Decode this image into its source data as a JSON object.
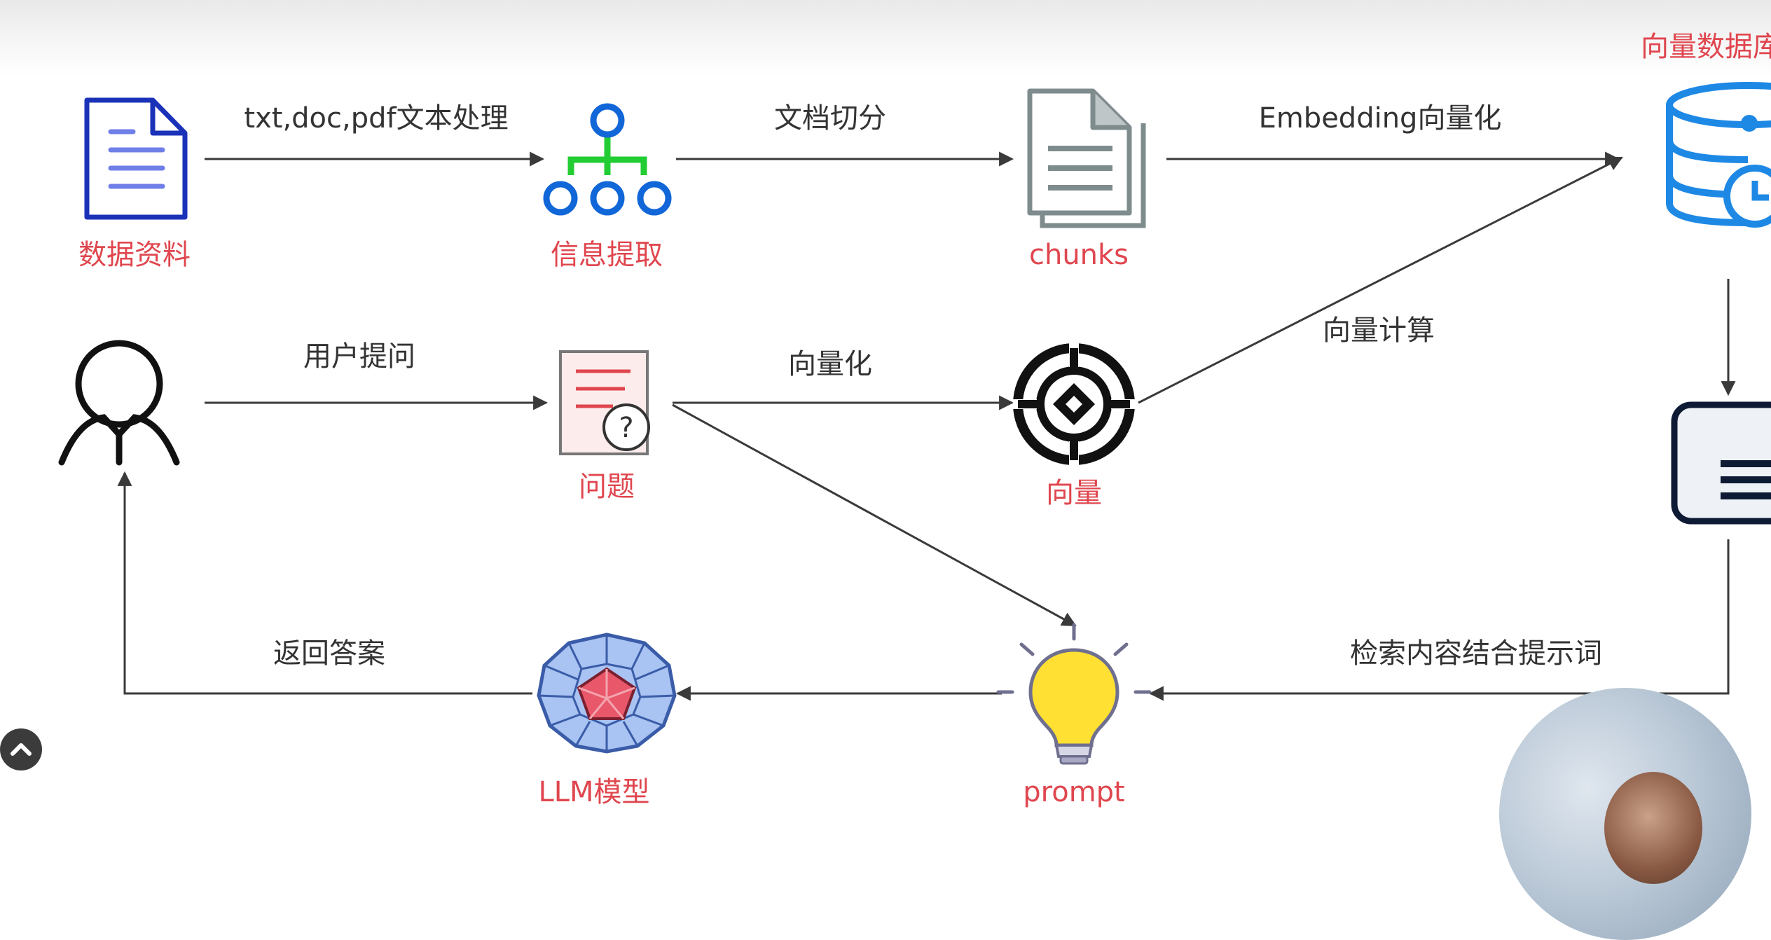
{
  "nodes": {
    "data_source": {
      "label": "数据资料",
      "icon": "document-icon"
    },
    "info_extract": {
      "label": "信息提取",
      "icon": "hierarchy-icon"
    },
    "chunks": {
      "label": "chunks",
      "icon": "files-icon"
    },
    "vector_db": {
      "label": "向量数据库",
      "icon": "database-icon"
    },
    "user": {
      "label": "",
      "icon": "user-icon"
    },
    "question": {
      "label": "问题",
      "icon": "question-document-icon"
    },
    "vector": {
      "label": "向量",
      "icon": "target-icon"
    },
    "retrieved": {
      "label": "",
      "icon": "document-list-icon"
    },
    "prompt": {
      "label": "prompt",
      "icon": "lightbulb-icon"
    },
    "llm": {
      "label": "LLM模型",
      "icon": "gem-icon"
    }
  },
  "edges": {
    "text_processing": "txt,doc,pdf文本处理",
    "doc_split": "文档切分",
    "embedding": "Embedding向量化",
    "user_question": "用户提问",
    "vectorize": "向量化",
    "vector_compute": "向量计算",
    "retrieve_combine": "检索内容结合提示词",
    "return_answer": "返回答案"
  },
  "colors": {
    "node_label": "#e0464e",
    "edge_label": "#333333",
    "arrow": "#3a3a3a",
    "doc_blue": "#1a32b8",
    "tree_blue": "#1166d8",
    "tree_green": "#22cc33",
    "files_gray": "#7f8c8d",
    "db_blue": "#1e88e5",
    "bulb_yellow": "#ffe033",
    "gem_blue": "#6e9ce0",
    "gem_red": "#e8586a"
  },
  "overlay": {
    "scroll_up_icon": "chevron-up-icon",
    "webcam": "webcam-overlay"
  }
}
